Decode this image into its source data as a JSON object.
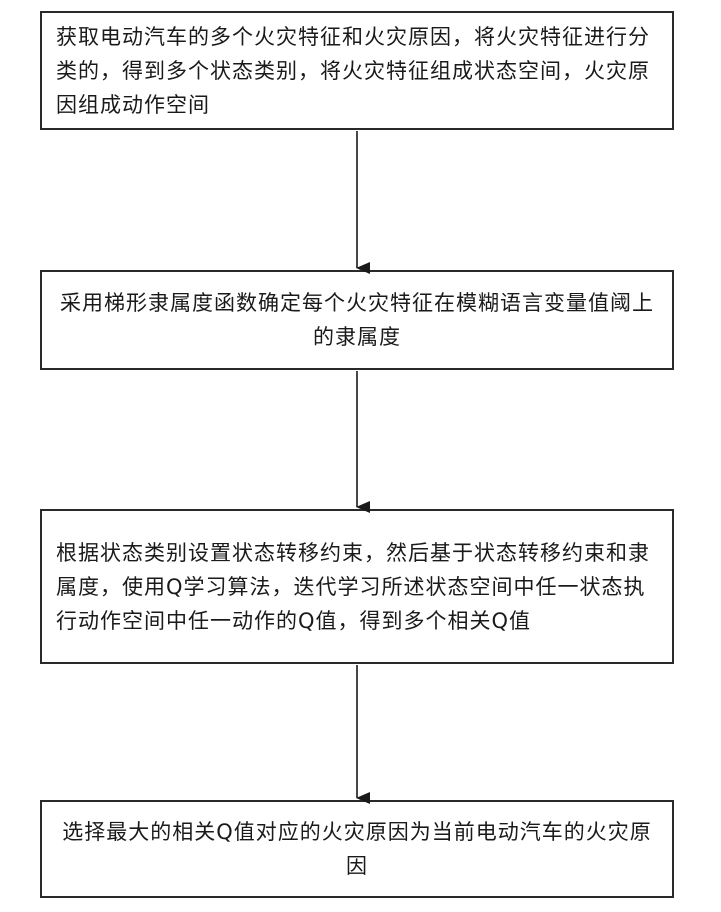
{
  "steps": [
    {
      "text": "获取电动汽车的多个火灾特征和火灾原因，将火灾特征进行分类的，得到多个状态类别，将火灾特征组成状态空间，火灾原因组成动作空间"
    },
    {
      "text": "采用梯形隶属度函数确定每个火灾特征在模糊语言变量值阈上的隶属度"
    },
    {
      "text": "根据状态类别设置状态转移约束，然后基于状态转移约束和隶属度，使用Q学习算法，迭代学习所述状态空间中任一状态执行动作空间中任一动作的Q值，得到多个相关Q值"
    },
    {
      "text": "选择最大的相关Q值对应的火灾原因为当前电动汽车的火灾原因"
    }
  ]
}
